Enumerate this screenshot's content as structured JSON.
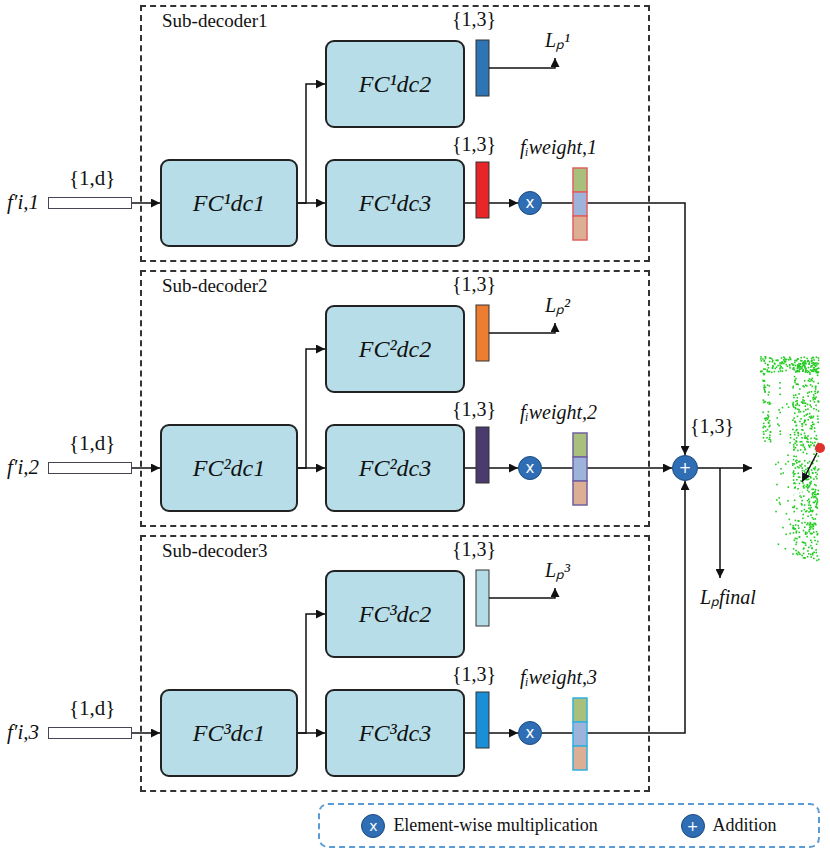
{
  "diagram": {
    "nodes": [
      {
        "text": [
          "f′i,1",
          "{1,d}"
        ]
      },
      {
        "text": [
          "Sub-decoder1"
        ]
      },
      {
        "text": [
          "FC¹dc1"
        ],
        "in": 1
      },
      {
        "text": [
          "FC¹dc2"
        ],
        "in": 1
      },
      {
        "text": [
          "FC¹dc3"
        ],
        "in": 1
      },
      {
        "text": [
          "x"
        ],
        "in": 1
      },
      {
        "text": [
          "f′i,2",
          "{1,d}"
        ]
      },
      {
        "text": [
          "Sub-decoder2"
        ]
      },
      {
        "text": [
          "FC²dc1"
        ],
        "in": 7
      },
      {
        "text": [
          "FC²dc2"
        ],
        "in": 7
      },
      {
        "text": [
          "FC²dc3"
        ],
        "in": 7
      },
      {
        "text": [
          "x"
        ],
        "in": 7
      },
      {
        "text": [
          "f′i,3",
          "{1,d}"
        ]
      },
      {
        "text": [
          "Sub-decoder3"
        ]
      },
      {
        "text": [
          "FC³dc1"
        ],
        "in": 13
      },
      {
        "text": [
          "FC³dc2"
        ],
        "in": 13
      },
      {
        "text": [
          "FC³dc3"
        ],
        "in": 13
      },
      {
        "text": [
          "x"
        ],
        "in": 13
      },
      {
        "text": [
          "+"
        ]
      }
    ],
    "edges": [
      {
        "from": 0,
        "to": 2,
        "arrow": "to"
      },
      {
        "from": 2,
        "to": 3,
        "arrow": "to"
      },
      {
        "from": 2,
        "to": 4,
        "arrow": "to"
      },
      {
        "from": 4,
        "to": 5,
        "arrow": "to"
      },
      {
        "from": 5,
        "to": 18,
        "arrow": "to"
      },
      {
        "from": 6,
        "to": 8,
        "arrow": "to"
      },
      {
        "from": 8,
        "to": 9,
        "arrow": "to"
      },
      {
        "from": 8,
        "to": 10,
        "arrow": "to"
      },
      {
        "from": 10,
        "to": 11,
        "arrow": "to"
      },
      {
        "from": 11,
        "to": 18,
        "arrow": "to"
      },
      {
        "from": 12,
        "to": 14,
        "arrow": "to"
      },
      {
        "from": 14,
        "to": 15,
        "arrow": "to"
      },
      {
        "from": 14,
        "to": 16,
        "arrow": "to"
      },
      {
        "from": 16,
        "to": 17,
        "arrow": "to"
      },
      {
        "from": 17,
        "to": 18,
        "arrow": "to"
      }
    ],
    "labels": [
      "{1,3}",
      "Lₚ¹",
      "{1,3}",
      "fᵢweight,1",
      "{1,3}",
      "Lₚ²",
      "{1,3}",
      "fᵢweight,2",
      "{1,3}",
      "Lₚ³",
      "{1,3}",
      "fᵢweight,3",
      "{1,3}",
      "Lₚfinal",
      "x",
      "+"
    ],
    "legend": [
      {
        "text": "Element-wise multiplication"
      },
      {
        "text": "Addition"
      }
    ]
  }
}
